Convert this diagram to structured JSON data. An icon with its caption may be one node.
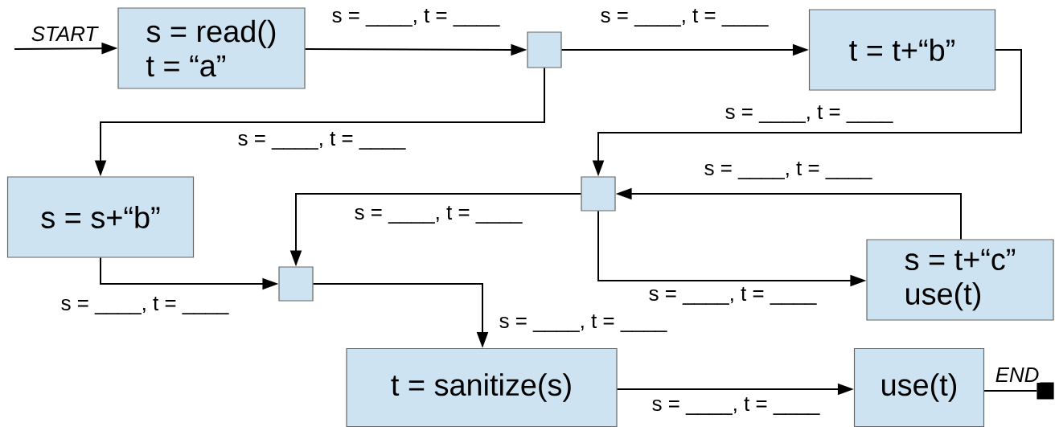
{
  "diagram": {
    "nodes": [
      {
        "text": [
          "s = read()",
          "t = “a”"
        ]
      },
      {
        "text": [],
        "shape": "box"
      },
      {
        "text": [
          "t = t+“b”"
        ]
      },
      {
        "text": [
          "s = s+“b”"
        ]
      },
      {
        "text": [],
        "shape": "box"
      },
      {
        "text": [],
        "shape": "box"
      },
      {
        "text": [
          "s = t+“c”",
          "use(t)"
        ]
      },
      {
        "text": [
          "t = sanitize(s)"
        ]
      },
      {
        "text": [
          "use(t)"
        ]
      },
      {
        "text": [],
        "shape": "box"
      }
    ],
    "edges": [
      {
        "from": null,
        "to": 0,
        "arrow": "to",
        "label": "START"
      },
      {
        "from": 0,
        "to": 1,
        "arrow": "to",
        "label": "s = ____, t = ____"
      },
      {
        "from": 1,
        "to": 2,
        "arrow": "to",
        "label": "s = ____, t = ____"
      },
      {
        "from": 1,
        "to": 3,
        "arrow": "to",
        "label": "s = ____, t = ____"
      },
      {
        "from": 2,
        "to": 4,
        "arrow": "to",
        "label": "s = ____, t = ____"
      },
      {
        "from": 6,
        "to": 4,
        "arrow": "to",
        "label": "s = ____, t = ____"
      },
      {
        "from": 4,
        "to": 5,
        "arrow": "to",
        "label": "s = ____, t = ____"
      },
      {
        "from": 4,
        "to": 6,
        "arrow": "to",
        "label": "s = ____, t = ____"
      },
      {
        "from": 3,
        "to": 5,
        "arrow": "to",
        "label": "s = ____, t = ____"
      },
      {
        "from": 5,
        "to": 7,
        "arrow": "to",
        "label": "s = ____, t = ____"
      },
      {
        "from": 7,
        "to": 8,
        "arrow": "to",
        "label": "s = ____, t = ____"
      },
      {
        "from": 8,
        "to": 9,
        "arrow": "none",
        "label": "END"
      }
    ]
  }
}
